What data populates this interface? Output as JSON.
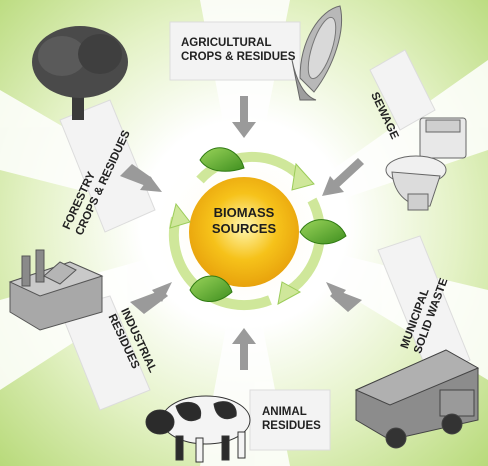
{
  "center": {
    "line1": "BIOMASS",
    "line2": "SOURCES"
  },
  "sources": {
    "agricultural": {
      "line1": "AGRICULTURAL",
      "line2": "CROPS & RESIDUES",
      "icon": "corn-icon"
    },
    "sewage": {
      "line1": "SEWAGE",
      "icon": "toilet-icon"
    },
    "municipal": {
      "line1": "MUNICIPAL",
      "line2": "SOLID WASTE",
      "icon": "garbage-truck-icon"
    },
    "animal": {
      "line1": "ANIMAL",
      "line2": "RESIDUES",
      "icon": "cow-icon"
    },
    "industrial": {
      "line1": "INDUSTRIAL",
      "line2": "RESIDUES",
      "icon": "factory-icon"
    },
    "forestry": {
      "line1": "FORESTRY",
      "line2": "CROPS & RESIDUES",
      "icon": "tree-icon"
    }
  },
  "colors": {
    "sun": "#f6c21a",
    "leaf": "#5fae2e",
    "arrow": "#9a9a9a",
    "panel": "#f2f2f2",
    "background": "#cfe6a0"
  }
}
